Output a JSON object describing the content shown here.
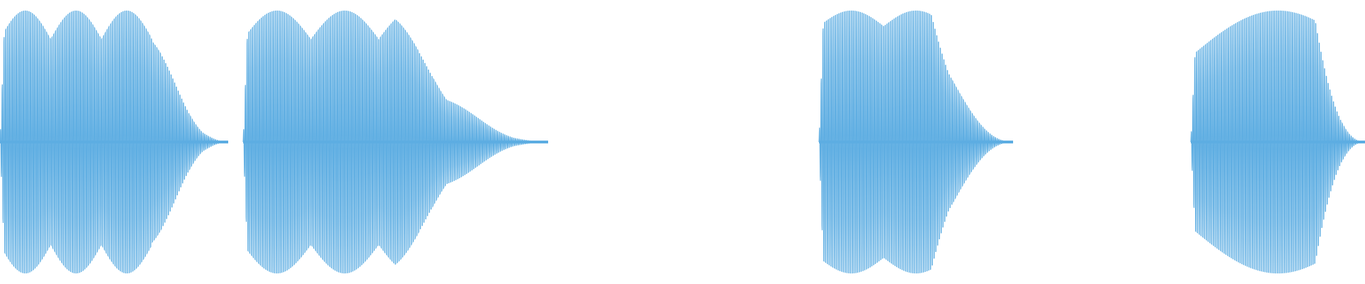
{
  "waveform": {
    "color": "#5dade2",
    "background": "#ffffff",
    "bursts": [
      {
        "start_s": 0.0,
        "end_s": 0.321,
        "sustain_end_s": 0.213,
        "peak": 0.98,
        "mod_depth": 0.22,
        "mod_cycles": 4.5,
        "osc_hz": 400
      },
      {
        "start_s": 0.342,
        "end_s": 0.771,
        "sustain_end_s": 0.556,
        "peak": 0.98,
        "mod_depth": 0.22,
        "mod_cycles": 4.5,
        "osc_hz": 400
      },
      {
        "start_s": 1.152,
        "end_s": 1.425,
        "sustain_end_s": 1.31,
        "peak": 0.98,
        "mod_depth": 0.12,
        "mod_cycles": 3.0,
        "osc_hz": 400
      },
      {
        "start_s": 1.675,
        "end_s": 1.92,
        "sustain_end_s": 1.85,
        "peak": 0.98,
        "mod_depth": 0.35,
        "mod_cycles": 1.0,
        "osc_hz": 400
      }
    ],
    "duration_s": 1.92
  }
}
